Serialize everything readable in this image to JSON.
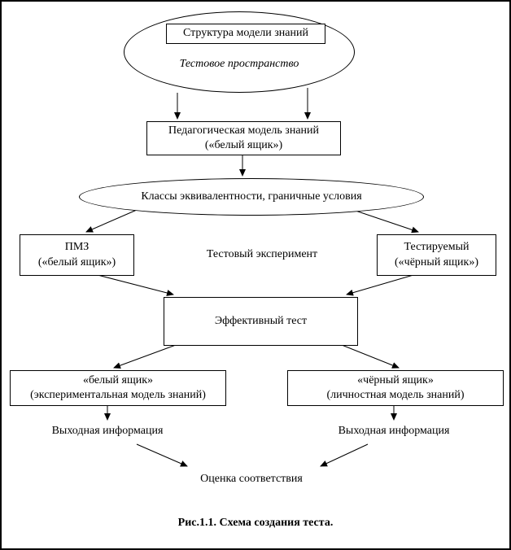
{
  "diagram": {
    "top_ellipse": {
      "box_label": "Структура модели знаний",
      "italic_label": "Тестовое пространство"
    },
    "pedagogical_box": {
      "line1": "Педагогическая модель знаний",
      "line2": "(«белый ящик»)"
    },
    "classes_ellipse": {
      "label": "Классы эквивалентности, граничные условия"
    },
    "pmz_box": {
      "line1": "ПМЗ",
      "line2": "(«белый ящик»)"
    },
    "test_experiment_label": "Тестовый эксперимент",
    "tested_box": {
      "line1": "Тестируемый",
      "line2": "(«чёрный ящик»)"
    },
    "effective_test_box": {
      "label": "Эффективный тест"
    },
    "white_box_result": {
      "line1": "«белый ящик»",
      "line2": "(экспериментальная модель знаний)"
    },
    "black_box_result": {
      "line1": "«чёрный ящик»",
      "line2": "(личностная модель знаний)"
    },
    "output_info_left": "Выходная информация",
    "output_info_right": "Выходная информация",
    "conformity_label": "Оценка соответствия",
    "caption": "Рис.1.1. Схема создания теста."
  }
}
